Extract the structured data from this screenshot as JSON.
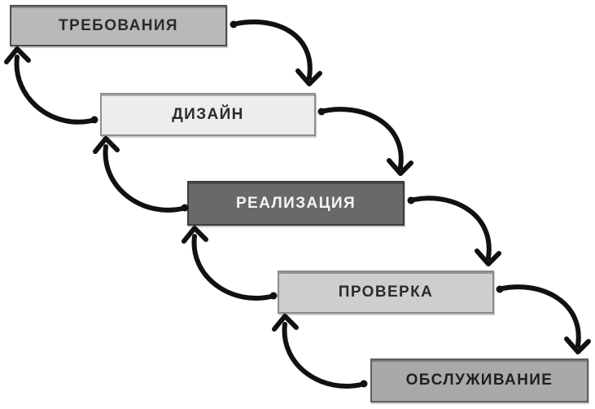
{
  "diagram": {
    "type": "flow",
    "background": "#ffffff",
    "arrow_color": "#111111",
    "stages": [
      {
        "label": "ТРЕБОВАНИЯ",
        "fill": "#b9b9b9",
        "text_color": "#2b2b2b",
        "border_color": "#4d4d4d"
      },
      {
        "label": "ДИЗАЙН",
        "fill": "#ededed",
        "text_color": "#2b2b2b",
        "border_color": "#8f8f8f"
      },
      {
        "label": "РЕАЛИЗАЦИЯ",
        "fill": "#696969",
        "text_color": "#f5f5f5",
        "border_color": "#3c3c3c"
      },
      {
        "label": "ПРОВЕРКА",
        "fill": "#cecece",
        "text_color": "#2b2b2b",
        "border_color": "#8a8a8a"
      },
      {
        "label": "ОБСЛУЖИВАНИЕ",
        "fill": "#a9a9a9",
        "text_color": "#1f1f1f",
        "border_color": "#5f5f5f"
      }
    ],
    "connections": [
      {
        "from": "ТРЕБОВАНИЯ",
        "to": "ДИЗАЙН",
        "direction": "forward"
      },
      {
        "from": "ДИЗАЙН",
        "to": "ТРЕБОВАНИЯ",
        "direction": "backward"
      },
      {
        "from": "ДИЗАЙН",
        "to": "РЕАЛИЗАЦИЯ",
        "direction": "forward"
      },
      {
        "from": "РЕАЛИЗАЦИЯ",
        "to": "ДИЗАЙН",
        "direction": "backward"
      },
      {
        "from": "РЕАЛИЗАЦИЯ",
        "to": "ПРОВЕРКА",
        "direction": "forward"
      },
      {
        "from": "ПРОВЕРКА",
        "to": "РЕАЛИЗАЦИЯ",
        "direction": "backward"
      },
      {
        "from": "ПРОВЕРКА",
        "to": "ОБСЛУЖИВАНИЕ",
        "direction": "forward"
      },
      {
        "from": "ОБСЛУЖИВАНИЕ",
        "to": "ПРОВЕРКА",
        "direction": "backward"
      }
    ]
  }
}
